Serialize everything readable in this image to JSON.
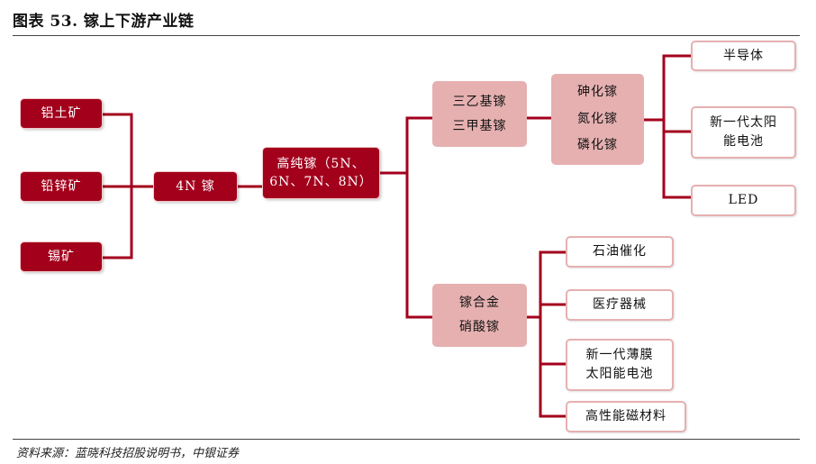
{
  "title": "图表 53. 镓上下游产业链",
  "source": "资料来源：蓝晓科技招股说明书，中银证券",
  "nodes": {
    "bauxite": "铝土矿",
    "lead_zinc": "铅锌矿",
    "tin": "锡矿",
    "ga4n": "4N 镓",
    "high_purity_line1": "高纯镓（5N、",
    "high_purity_line2": "6N、7N、8N）",
    "organo_line1": "三乙基镓",
    "organo_line2": "三甲基镓",
    "compounds_line1": "砷化镓",
    "compounds_line2": "氮化镓",
    "compounds_line3": "磷化镓",
    "semiconductor": "半导体",
    "solar_line1": "新一代太阳",
    "solar_line2": "能电池",
    "led": "LED",
    "alloy_line1": "镓合金",
    "alloy_line2": "硝酸镓",
    "catalysis": "石油催化",
    "medical": "医疗器械",
    "thinfilm_line1": "新一代薄膜",
    "thinfilm_line2": "太阳能电池",
    "magnetic": "高性能磁材料"
  },
  "colors": {
    "dark_red": "#a3001c",
    "pink": "#e6b0b0",
    "line": "#a3001c"
  }
}
